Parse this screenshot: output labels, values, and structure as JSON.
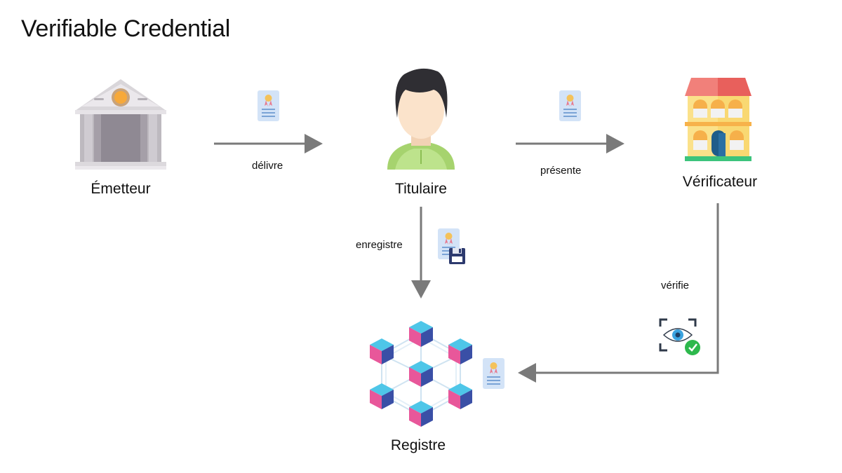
{
  "title": "Verifiable Credential",
  "nodes": {
    "issuer": {
      "label": "Émetteur",
      "icon": "bank-building-icon"
    },
    "holder": {
      "label": "Titulaire",
      "icon": "person-avatar-icon"
    },
    "verifier": {
      "label": "Vérificateur",
      "icon": "hotel-building-icon"
    },
    "registry": {
      "label": "Registre",
      "icon": "blockchain-network-icon"
    }
  },
  "edges": {
    "issue": {
      "label": "délivre",
      "icon": "credential-document-icon"
    },
    "present": {
      "label": "présente",
      "icon": "credential-document-icon"
    },
    "store": {
      "label": "enregistre",
      "icon": "credential-save-icon"
    },
    "verify": {
      "label": "vérifie",
      "icon": "eye-check-icon"
    },
    "verify_doc": {
      "icon": "credential-document-icon"
    }
  },
  "colors": {
    "arrow": "#7a7a7a",
    "doc": "#d3e3f7",
    "cube_top": "#4ec6e8",
    "cube_left": "#e8579a",
    "cube_right": "#3a4fa6",
    "check": "#2db84c"
  }
}
